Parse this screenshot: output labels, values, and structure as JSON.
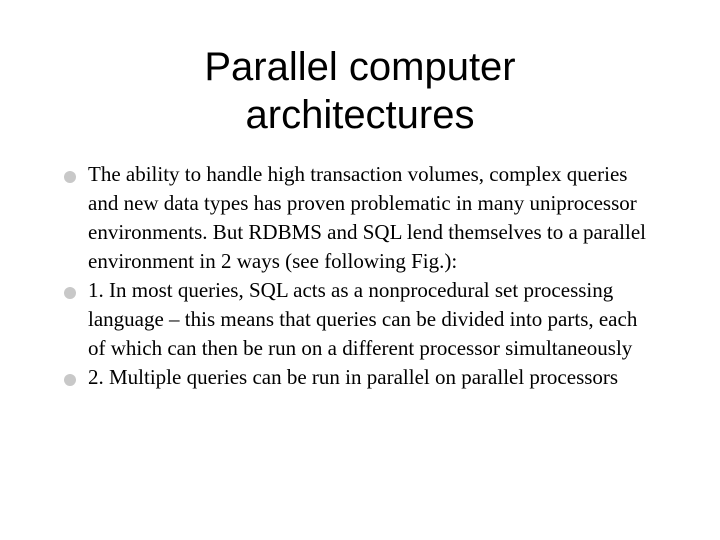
{
  "slide": {
    "title_lines": [
      "Parallel computer",
      "architectures"
    ],
    "bullets": [
      "The ability to handle high transaction volumes, complex queries and new data types has proven problematic in many uniprocessor environments. But RDBMS and SQL lend themselves to a parallel environment in 2 ways (see following Fig.):",
      "1. In most queries, SQL acts as a nonprocedural set processing language – this means that queries can be divided into parts, each of which can then be run on a different processor simultaneously",
      "2. Multiple queries can be run in parallel on parallel processors"
    ],
    "bullet_icon": "circle-bullet-icon",
    "bullet_color": "#c8c8c8"
  }
}
